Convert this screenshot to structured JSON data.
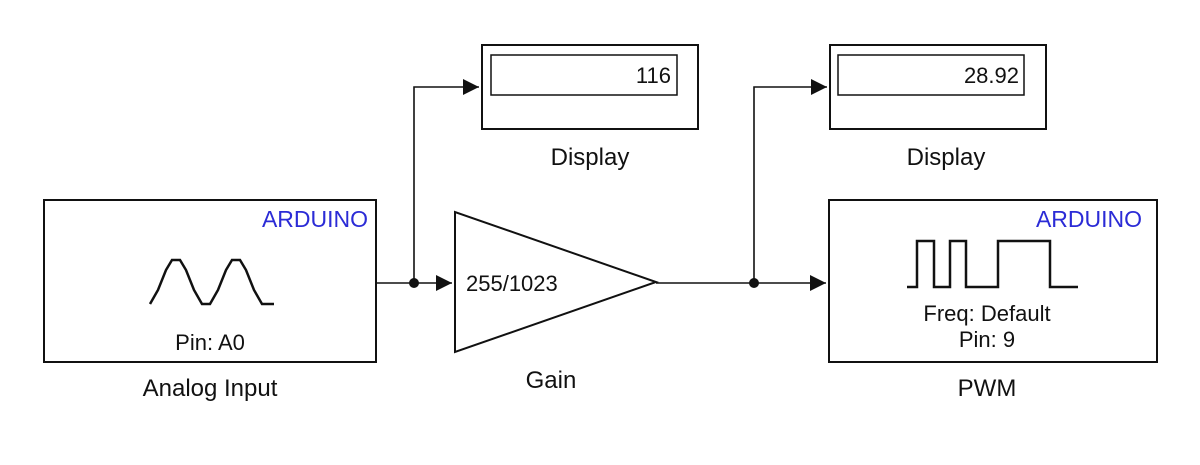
{
  "blocks": {
    "analog_input": {
      "label": "Analog Input",
      "brand": "ARDUINO",
      "pin": "Pin: A0"
    },
    "gain": {
      "label": "Gain",
      "value": "255/1023"
    },
    "display_1": {
      "label": "Display",
      "value": "116"
    },
    "display_2": {
      "label": "Display",
      "value": "28.92"
    },
    "pwm": {
      "label": "PWM",
      "brand": "ARDUINO",
      "freq": "Freq: Default",
      "pin": "Pin: 9"
    }
  },
  "colors": {
    "brand": "#2b2bd6",
    "line": "#111111"
  }
}
